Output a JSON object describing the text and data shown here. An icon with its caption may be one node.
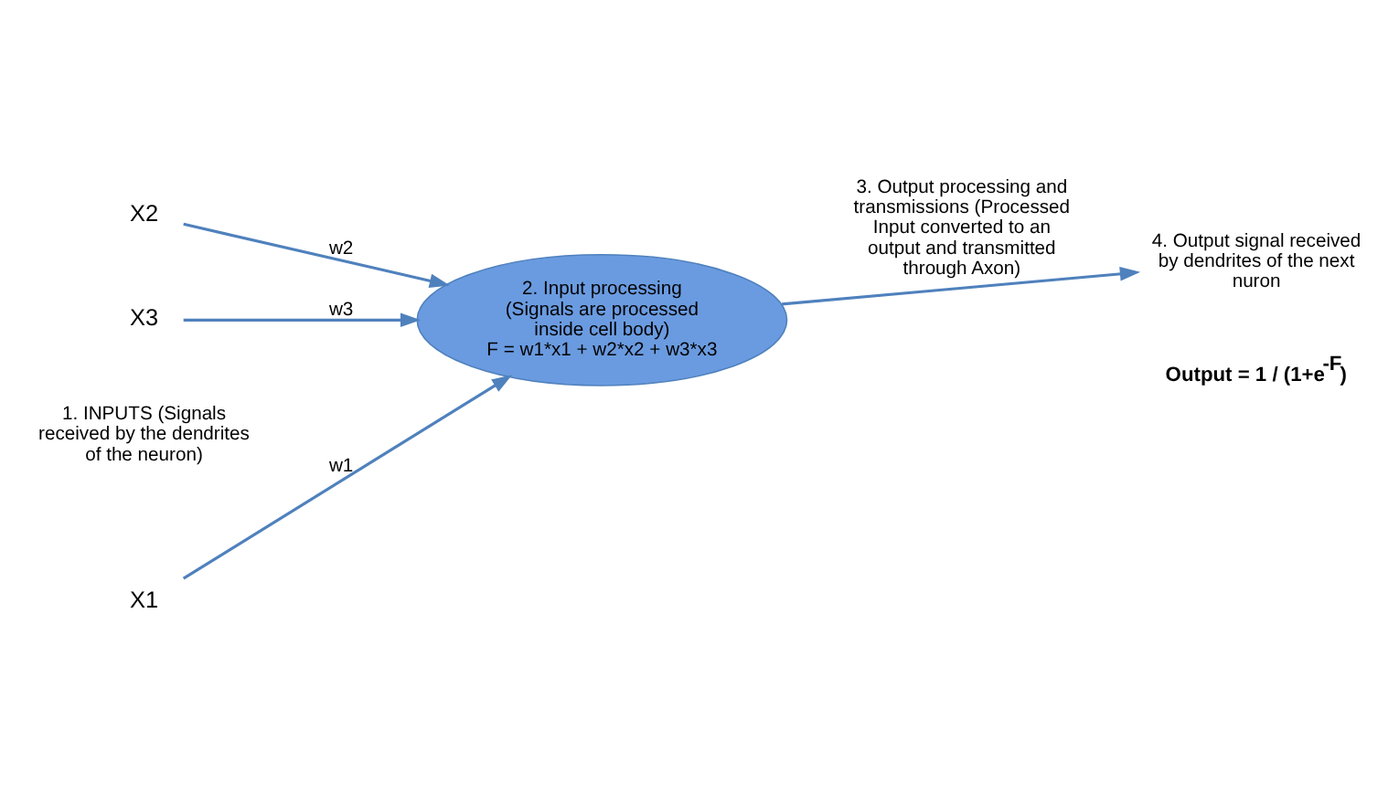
{
  "diagram": {
    "nodes": [
      {
        "text": [
          "X1"
        ]
      },
      {
        "text": [
          "X2"
        ]
      },
      {
        "text": [
          "X3"
        ]
      },
      {
        "text": [
          "2. Input processing (Signals are processed inside cell body)",
          "F = w1*x1 + w2*x2 + w3*x3"
        ]
      },
      {
        "text": [
          "4. Output signal received by dendrites of the next nuron"
        ]
      }
    ],
    "edges": [
      {
        "from": 0,
        "to": 3,
        "arrow": "to",
        "label": "w1"
      },
      {
        "from": 1,
        "to": 3,
        "arrow": "to",
        "label": "w2"
      },
      {
        "from": 2,
        "to": 3,
        "arrow": "to",
        "label": "w3"
      },
      {
        "from": 3,
        "to": 4,
        "arrow": "to",
        "label": "3. Output processing and transmissions (Processed Input converted to an output and transmitted through Axon)"
      }
    ],
    "labels": [
      "1. INPUTS (Signals received by the dendrites of the neuron)",
      "Output = 1 / (1+e$^{-F}$)"
    ]
  }
}
